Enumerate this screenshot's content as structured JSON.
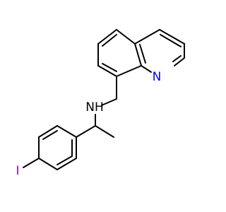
{
  "molecule": {
    "atoms": {
      "nitrogen_ring": {
        "symbol": "N",
        "color": "#0000ff"
      },
      "nitrogen_amine": {
        "symbol": "NH",
        "color": "#000000"
      },
      "iodine": {
        "symbol": "I",
        "color": "#9400d3"
      }
    }
  }
}
